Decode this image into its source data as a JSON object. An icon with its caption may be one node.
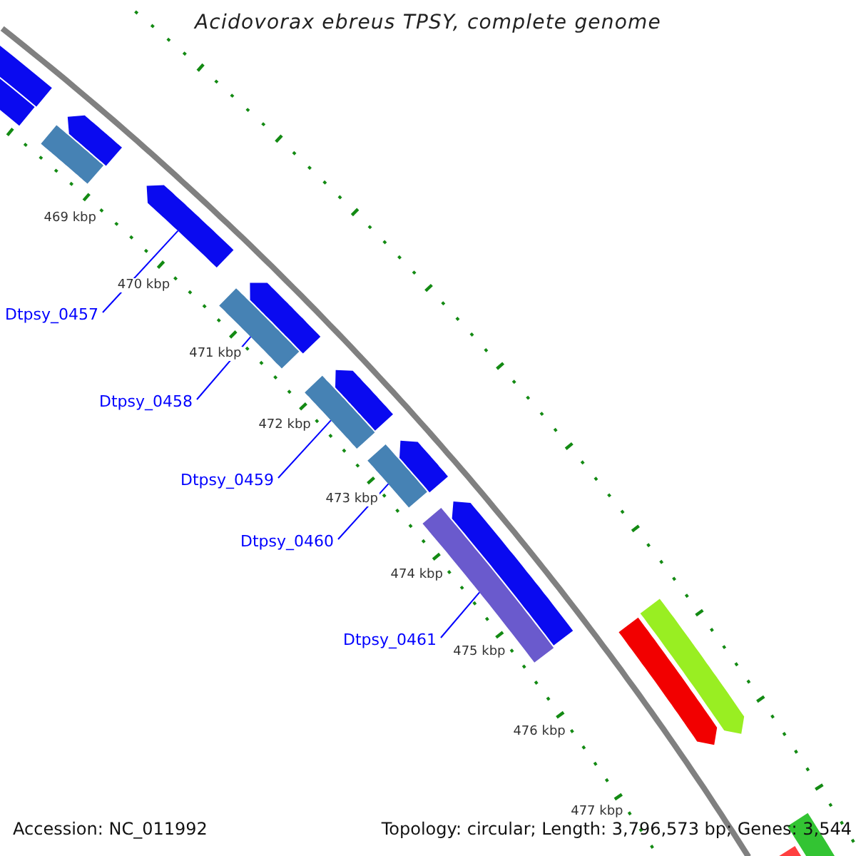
{
  "diagram": {
    "title": "Acidovorax ebreus TPSY, complete genome",
    "nodes": [
      {
        "text": [
          "Dtpsy_0457"
        ]
      },
      {
        "text": [
          "Dtpsy_0458"
        ]
      },
      {
        "text": [
          "Dtpsy_0459"
        ]
      },
      {
        "text": [
          "Dtpsy_0460"
        ]
      },
      {
        "text": [
          "Dtpsy_0461"
        ]
      },
      {
        "text": [],
        "shape": "bar"
      },
      {
        "text": [],
        "shape": "bar"
      },
      {
        "text": [],
        "shape": "bar"
      },
      {
        "text": [],
        "shape": "bar"
      },
      {
        "text": [],
        "shape": "bar"
      },
      {
        "text": [],
        "shape": "bar"
      },
      {
        "text": [],
        "shape": "bar"
      },
      {
        "text": [],
        "shape": "bar"
      },
      {
        "text": [],
        "shape": "bar"
      },
      {
        "text": [],
        "shape": "bar"
      },
      {
        "text": [],
        "shape": "bar"
      },
      {
        "text": [],
        "shape": "bar"
      },
      {
        "text": [],
        "shape": "bar"
      },
      {
        "text": [],
        "shape": "bar"
      },
      {
        "text": [],
        "shape": "bar"
      },
      {
        "text": [],
        "shape": "bar"
      },
      {
        "text": [],
        "shape": "bar"
      }
    ],
    "edges": [
      {
        "from": 0,
        "to": 9,
        "arrow": "none"
      },
      {
        "from": 1,
        "to": 10,
        "arrow": "none"
      },
      {
        "from": 2,
        "to": 12,
        "arrow": "none"
      },
      {
        "from": 3,
        "to": 14,
        "arrow": "none"
      },
      {
        "from": 4,
        "to": 16,
        "arrow": "none"
      }
    ],
    "labels": [
      "469 kbp",
      "470 kbp",
      "471 kbp",
      "472 kbp",
      "473 kbp",
      "474 kbp",
      "475 kbp",
      "476 kbp",
      "477 kbp",
      "Accession: NC_011992",
      "Topology: circular; Length: 3,796,573 bp; Genes: 3,544"
    ]
  }
}
